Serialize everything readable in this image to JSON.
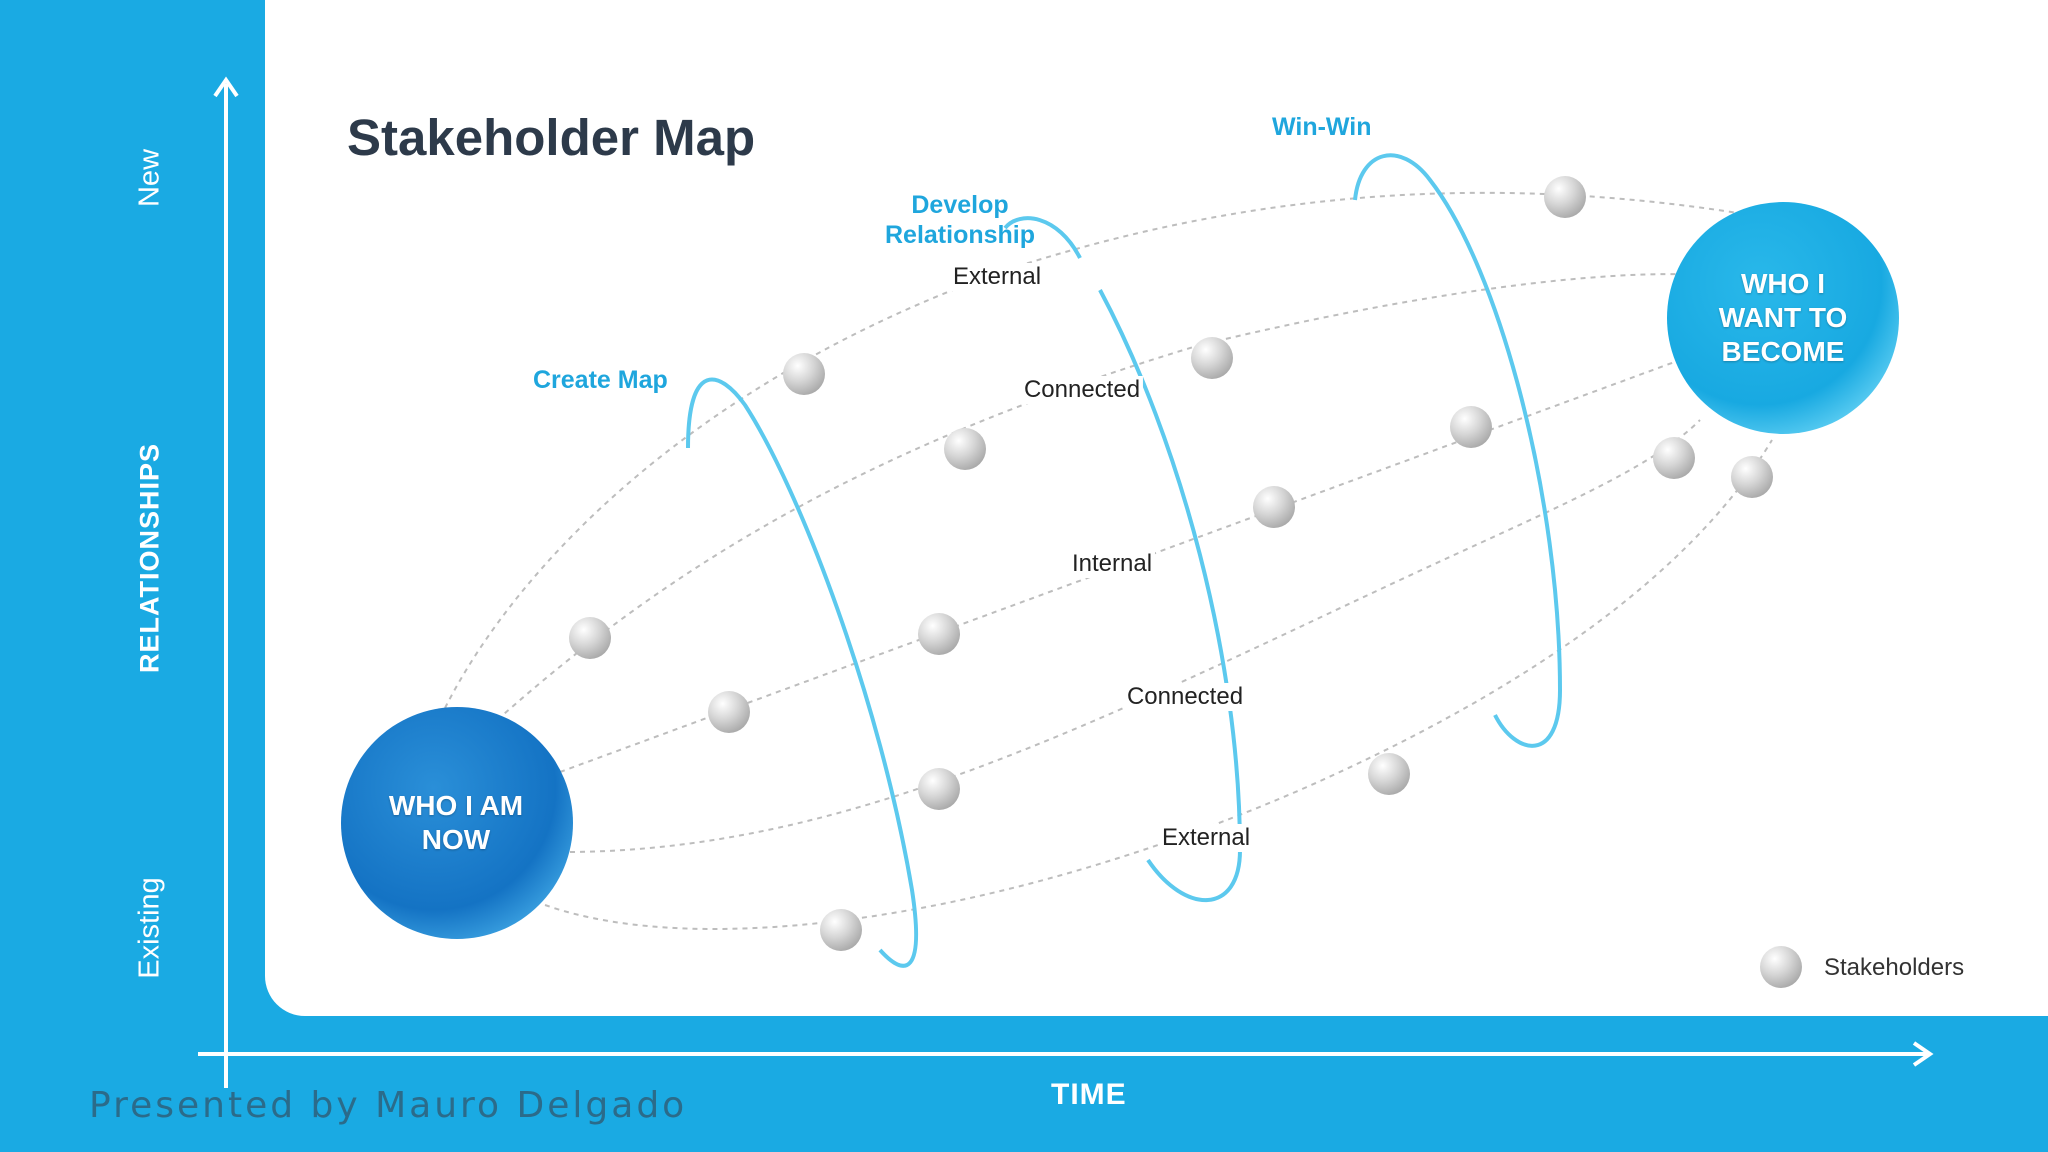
{
  "title": "Stakeholder Map",
  "axes": {
    "y_top": "New",
    "y_bottom": "Existing",
    "y_label": "RELATIONSHIPS",
    "x_label": "TIME"
  },
  "presenter": "Presented by Mauro Delgado",
  "phases": {
    "create": "Create Map",
    "develop_line1": "Develop",
    "develop_line2": "Relationship",
    "winwin": "Win-Win"
  },
  "rings": {
    "external_top": "External",
    "connected_top": "Connected",
    "internal": "Internal",
    "connected_bottom": "Connected",
    "external_bottom": "External"
  },
  "start": {
    "line1": "WHO I AM",
    "line2": "NOW"
  },
  "goal": {
    "line1": "WHO I",
    "line2": "WANT TO",
    "line3": "BECOME"
  },
  "legend": {
    "label": "Stakeholders"
  },
  "colors": {
    "background": "#1aaae3",
    "panel": "#ffffff",
    "phase_ring": "#5cc9ee",
    "phase_text": "#1fa6dd",
    "start_circle": "#1578c8",
    "goal_circle": "#22b3e6",
    "stakeholder": "#c9c9c9"
  }
}
